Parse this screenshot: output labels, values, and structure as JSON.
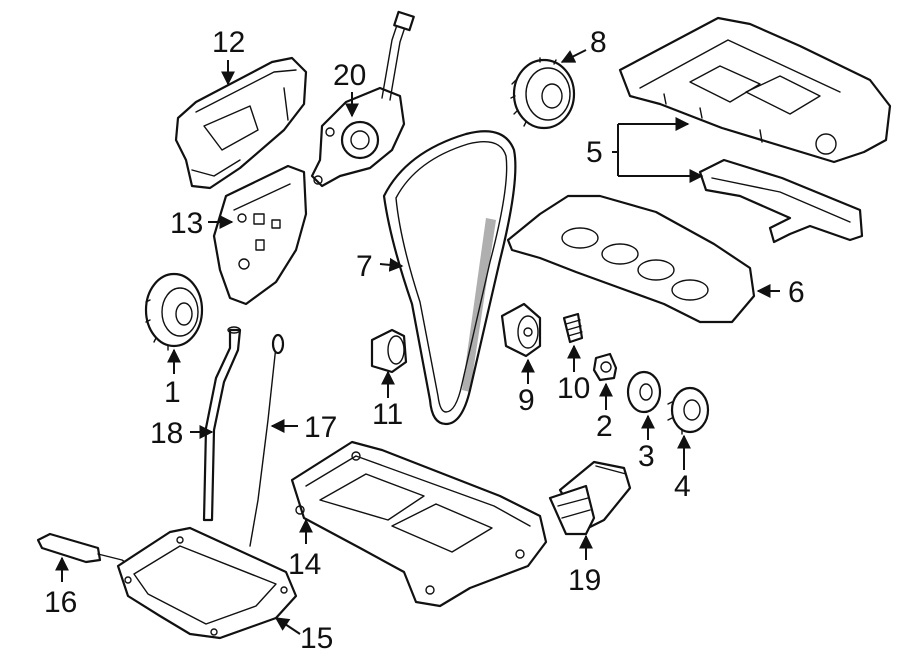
{
  "callouts": [
    {
      "id": "1",
      "label": "1"
    },
    {
      "id": "2",
      "label": "2"
    },
    {
      "id": "3",
      "label": "3"
    },
    {
      "id": "4",
      "label": "4"
    },
    {
      "id": "5",
      "label": "5"
    },
    {
      "id": "6",
      "label": "6"
    },
    {
      "id": "7",
      "label": "7"
    },
    {
      "id": "8",
      "label": "8"
    },
    {
      "id": "9",
      "label": "9"
    },
    {
      "id": "10",
      "label": "10"
    },
    {
      "id": "11",
      "label": "11"
    },
    {
      "id": "12",
      "label": "12"
    },
    {
      "id": "13",
      "label": "13"
    },
    {
      "id": "14",
      "label": "14"
    },
    {
      "id": "15",
      "label": "15"
    },
    {
      "id": "16",
      "label": "16"
    },
    {
      "id": "17",
      "label": "17"
    },
    {
      "id": "18",
      "label": "18"
    },
    {
      "id": "19",
      "label": "19"
    },
    {
      "id": "20",
      "label": "20"
    }
  ],
  "colors": {
    "ink": "#111111",
    "background": "#ffffff"
  }
}
